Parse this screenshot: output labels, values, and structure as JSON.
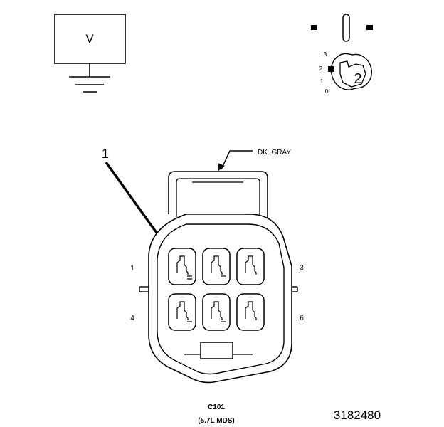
{
  "voltmeter": {
    "symbol": "V"
  },
  "selector_dial": {
    "positions": [
      "3",
      "2",
      "1",
      "0"
    ],
    "selected": "2"
  },
  "callout": {
    "number": "1"
  },
  "connector": {
    "color_label": "DK. GRAY",
    "pin_labels": {
      "top_left": "1",
      "top_right": "3",
      "bottom_left": "4",
      "bottom_right": "6"
    },
    "name": "C101",
    "variant": "(5.7L MDS)"
  },
  "figure_id": "3182480"
}
